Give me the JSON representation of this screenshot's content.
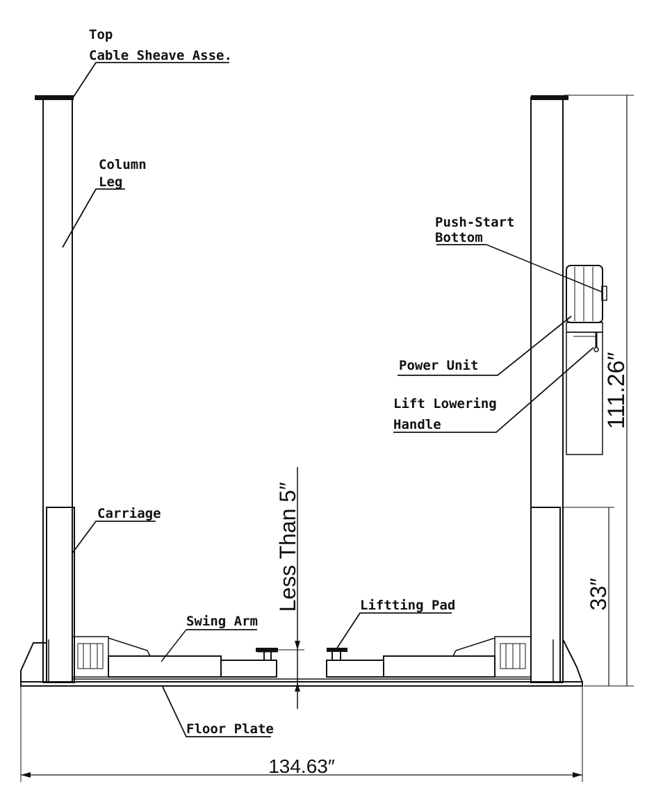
{
  "labels": {
    "top_cable_sheave_line1": "Top",
    "top_cable_sheave_line2": "Cable Sheave Asse.",
    "column_leg_line1": "Column",
    "column_leg_line2": "Leg",
    "push_start_line1": "Push-Start",
    "push_start_line2": "Bottom",
    "power_unit": "Power Unit",
    "lift_lowering_line1": "Lift Lowering",
    "lift_lowering_line2": "Handle",
    "carriage": "Carriage",
    "swing_arm": "Swing Arm",
    "lifting_pad": "Liftting Pad",
    "floor_plate": "Floor Plate"
  },
  "dimensions": {
    "total_height": "111.26″",
    "carriage_height": "33″",
    "clearance": "Less Than 5″",
    "total_width": "134.63″"
  },
  "colors": {
    "ink": "#111111",
    "paper": "#ffffff"
  }
}
